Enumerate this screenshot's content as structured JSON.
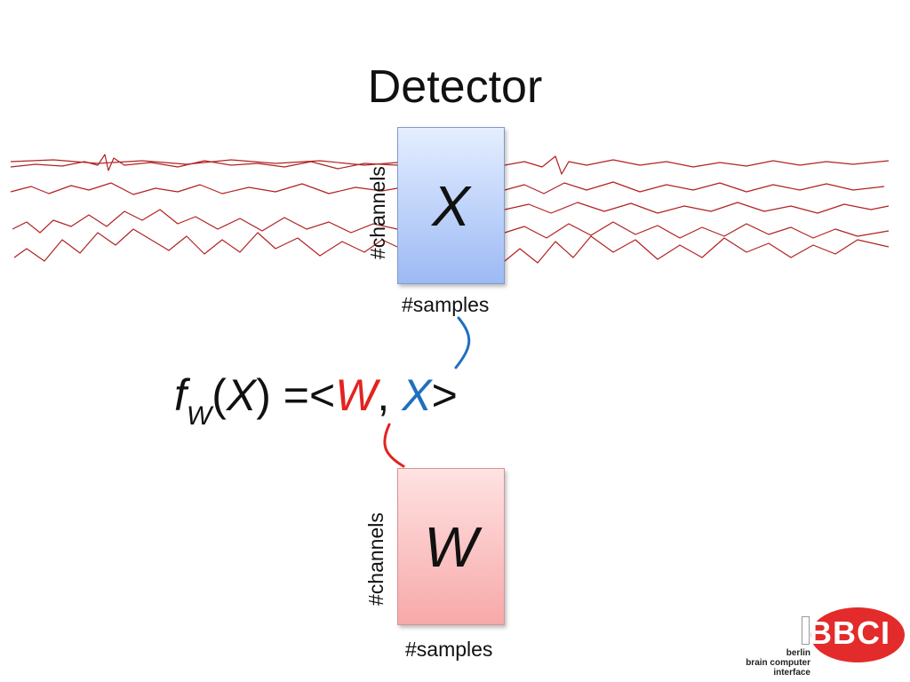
{
  "slide": {
    "title": "Detector",
    "matrix_x": {
      "symbol": "X",
      "rows_label": "#channels",
      "cols_label": "#samples"
    },
    "matrix_w": {
      "symbol": "W",
      "rows_label": "#channels",
      "cols_label": "#samples"
    },
    "formula": {
      "f": "f",
      "subscript": "W",
      "open": "(",
      "arg": "X",
      "close_eq": ") =<",
      "w": "W",
      "comma": ", ",
      "x": "X",
      "end": ">"
    },
    "colors": {
      "signal": "#b22222",
      "w_highlight": "#e3231f",
      "x_highlight": "#1f6fbf"
    }
  },
  "logo": {
    "letters": "BBCI",
    "line1": "berlin",
    "line2": "brain computer",
    "line3": "interface"
  }
}
